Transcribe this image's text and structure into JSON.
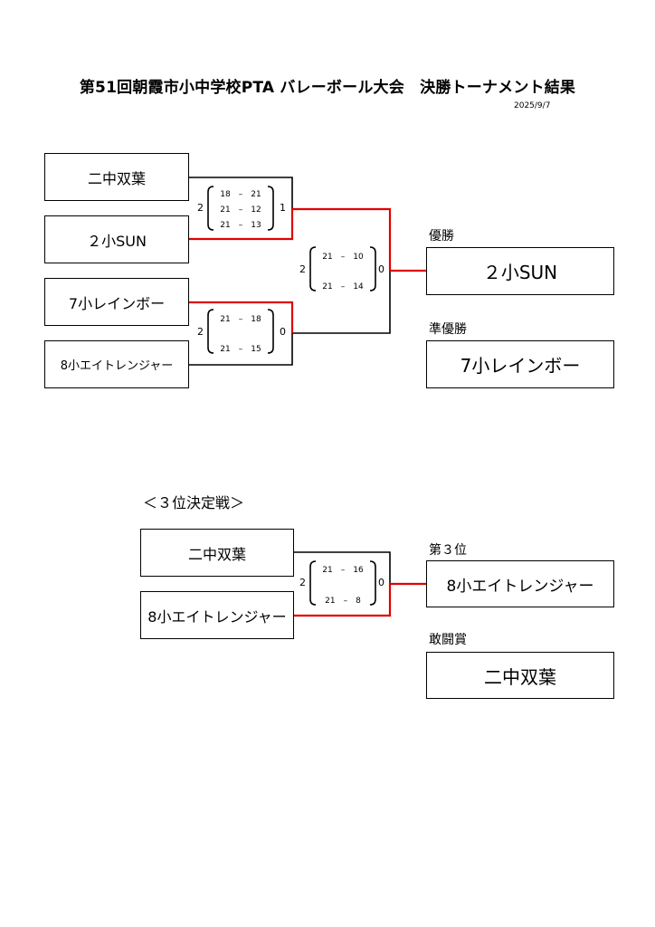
{
  "header": {
    "title": "第51回朝霞市小中学校PTA バレーボール大会　決勝トーナメント結果",
    "date": "2025/9/7"
  },
  "bracket": {
    "teams": {
      "t1": "二中双葉",
      "t2": "２小SUN",
      "t3": "7小レインボー",
      "t4": "8小エイトレンジャー"
    },
    "semi1": {
      "top_sets": "2",
      "bottom_sets": "1",
      "scores": [
        "18　–　21",
        "21　–　12",
        "21　–　13"
      ]
    },
    "semi2": {
      "top_sets": "2",
      "bottom_sets": "0",
      "scores": [
        "21　–　18",
        "21　–　15"
      ]
    },
    "final": {
      "top_sets": "2",
      "bottom_sets": "0",
      "scores": [
        "21　–　10",
        "21　–　14"
      ]
    },
    "champion_label": "優勝",
    "champion": "２小SUN",
    "runner_up_label": "準優勝",
    "runner_up": "7小レインボー"
  },
  "third_place": {
    "title": "＜３位決定戦＞",
    "teams": {
      "t1": "二中双葉",
      "t2": "8小エイトレンジャー"
    },
    "match": {
      "top_sets": "2",
      "bottom_sets": "0",
      "scores": [
        "21　–　16",
        "21　–　8"
      ]
    },
    "third_label": "第３位",
    "third": "8小エイトレンジャー",
    "fighting_label": "敢闘賞",
    "fighting": "二中双葉"
  },
  "colors": {
    "winner_line": "#e00000",
    "line": "#000000"
  }
}
